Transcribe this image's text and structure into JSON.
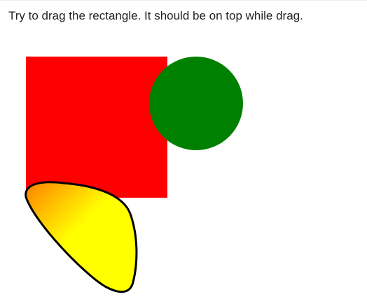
{
  "instructions": {
    "text": "Try to drag the rectangle. It should be on top while drag."
  },
  "canvas": {
    "shapes": [
      {
        "name": "draggable-rectangle",
        "kind": "rect",
        "fill": "#ff0000"
      },
      {
        "name": "green-circle",
        "kind": "circle",
        "fill": "#008000"
      },
      {
        "name": "yellow-teardrop-shape",
        "kind": "path",
        "gradient_start": "#ff8000",
        "gradient_end": "#ffff00",
        "stroke": "#000000"
      }
    ]
  }
}
